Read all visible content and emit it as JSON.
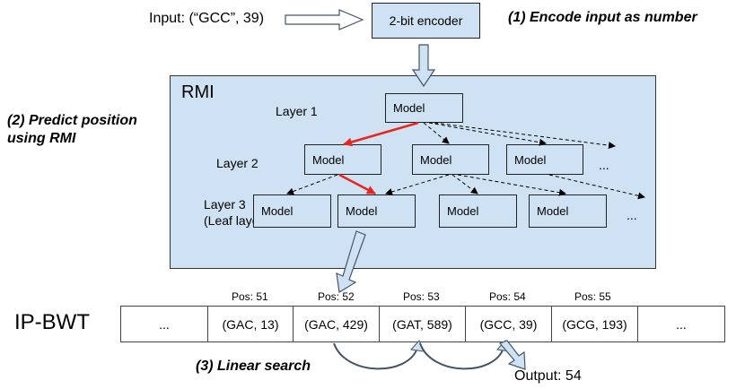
{
  "input_label": "Input: (“GCC”, 39)",
  "encoder_label": "2-bit encoder",
  "step1": "(1) Encode input as number",
  "step2_line1": "(2) Predict position",
  "step2_line2": "using RMI",
  "step3": "(3) Linear search",
  "rmi_title": "RMI",
  "layer1": "Layer 1",
  "layer2": "Layer 2",
  "layer3_line1": "Layer 3",
  "layer3_line2": "(Leaf layer)",
  "model_label": "Model",
  "ellipsis": "...",
  "ipbwt_label": "IP-BWT",
  "cells": [
    "...",
    "(GAC, 13)",
    "(GAC, 429)",
    "(GAT, 589)",
    "(GCC, 39)",
    "(GCG, 193)",
    "..."
  ],
  "positions": [
    "Pos: 51",
    "Pos: 52",
    "Pos: 53",
    "Pos: 54",
    "Pos: 55"
  ],
  "output_label": "Output: 54",
  "colors": {
    "panel": "#cfe2f3",
    "highlight": "#e8261f",
    "arrow_fill": "#cfe2f3"
  }
}
